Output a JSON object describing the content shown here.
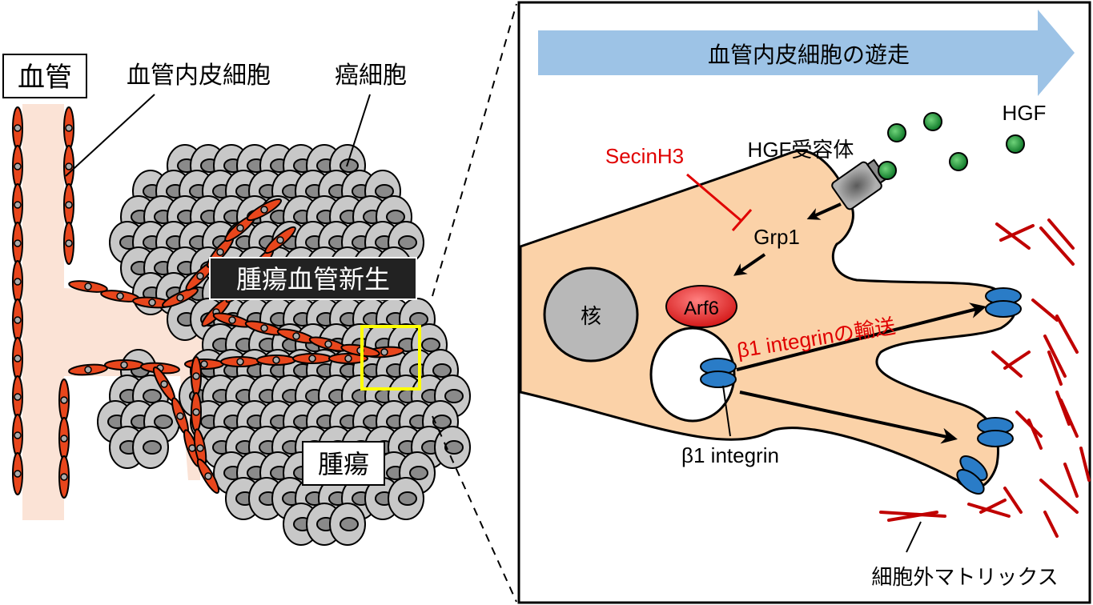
{
  "left_panel": {
    "vessel_label": "血管",
    "endothelial_label": "血管内皮細胞",
    "cancer_cell_label": "癌細胞",
    "angiogenesis_label": "腫瘍血管新生",
    "tumor_label": "腫瘍"
  },
  "right_panel": {
    "migration_arrow_label": "血管内皮細胞の遊走",
    "hgf_label": "HGF",
    "receptor_label": "HGF受容体",
    "inhibitor_label": "SecinH3",
    "grp1_label": "Grp1",
    "arf6_label": "Arf6",
    "nucleus_label": "核",
    "transport_label": "β1 integrinの輸送",
    "integrin_label": "β1 integrin",
    "ecm_label": "細胞外マトリックス"
  },
  "colors": {
    "endothelial": "#e8461c",
    "vessel": "#fbe3d6",
    "cancer_cell": "#c8c8c8",
    "cell_body": "#fbd2a8",
    "arrow": "#9dc3e6",
    "hgf": "#1e9e3a",
    "integrin": "#2a7cc7",
    "arf6": "#e02020",
    "ecm": "#c00000",
    "highlight": "#ffff00",
    "inhibitor_text": "#e00000"
  }
}
